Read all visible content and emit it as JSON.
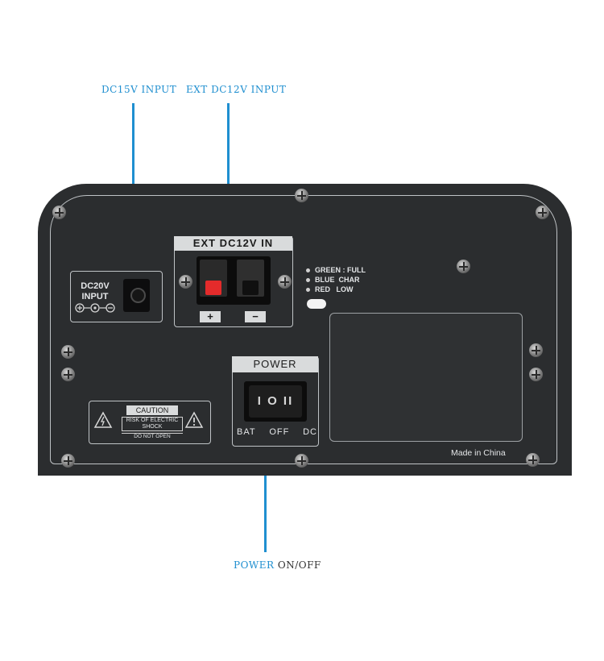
{
  "callouts": {
    "dc15v": "DC15V INPUT",
    "ext_dc12v": "EXT DC12V INPUT",
    "power_on_off": {
      "prefix": "POWER",
      "suffix": "ON/OFF"
    }
  },
  "panel": {
    "dc20v_label": "DC20V INPUT",
    "ext_terminal": {
      "title": "EXT DC12V IN",
      "plus": "+",
      "minus": "−"
    },
    "led_legend": [
      "GREEN : FULL",
      "BLUE  CHAR",
      "RED   LOW"
    ],
    "power_switch": {
      "title": "POWER",
      "face": "I O II",
      "modes": [
        "BAT",
        "OFF",
        "DC"
      ]
    },
    "caution": {
      "word": "CAUTION",
      "risk": "RISK OF ELECTRIC SHOCK",
      "note": "DO NOT OPEN"
    },
    "made_in": "Made in China"
  },
  "colors": {
    "callout_accent": "#1f8fd0",
    "panel_body": "#2b2d2f",
    "terminal_red": "#e42b2b"
  }
}
